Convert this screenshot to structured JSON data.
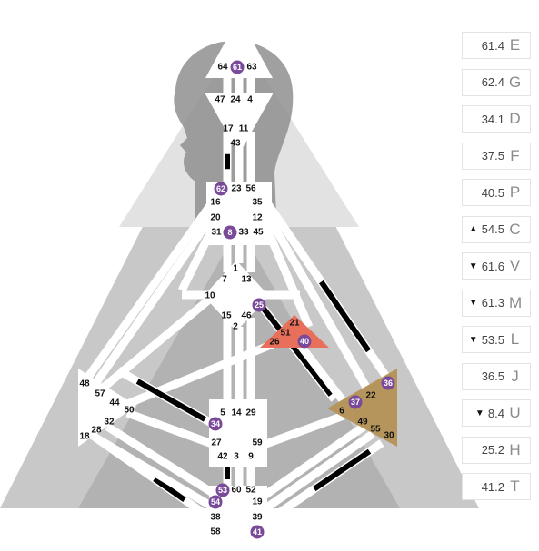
{
  "colors": {
    "defined_center": "#ffffff",
    "root_center": "#b5955c",
    "spleen_center": "#ffffff",
    "heart_center": "#e8705a",
    "activation_circle": "#7a4a9a",
    "channel_defined": "#000000",
    "channel_open": "#ffffff"
  },
  "gates": {
    "head": [
      "64",
      "61",
      "63"
    ],
    "ajna": [
      "47",
      "24",
      "4",
      "17",
      "11",
      "43"
    ],
    "throat": [
      "62",
      "23",
      "56",
      "16",
      "35",
      "20",
      "12",
      "31",
      "8",
      "33",
      "45"
    ],
    "g": [
      "1",
      "7",
      "13",
      "10",
      "25",
      "15",
      "46",
      "2"
    ],
    "heart": [
      "21",
      "51",
      "26",
      "40"
    ],
    "spleen": [
      "48",
      "57",
      "44",
      "50",
      "32",
      "28",
      "18"
    ],
    "solar_plexus": [
      "36",
      "37",
      "22",
      "6",
      "49",
      "55",
      "30"
    ],
    "sacral": [
      "5",
      "14",
      "29",
      "34",
      "27",
      "59",
      "42",
      "3",
      "9"
    ],
    "root": [
      "53",
      "60",
      "52",
      "54",
      "19",
      "38",
      "39",
      "58",
      "41"
    ]
  },
  "side_panel": [
    {
      "arrow": "",
      "value": "61.4",
      "letter": "E"
    },
    {
      "arrow": "",
      "value": "62.4",
      "letter": "G"
    },
    {
      "arrow": "",
      "value": "34.1",
      "letter": "D"
    },
    {
      "arrow": "",
      "value": "37.5",
      "letter": "F"
    },
    {
      "arrow": "",
      "value": "40.5",
      "letter": "P"
    },
    {
      "arrow": "▲",
      "value": "54.5",
      "letter": "C"
    },
    {
      "arrow": "▼",
      "value": "61.6",
      "letter": "V"
    },
    {
      "arrow": "▼",
      "value": "61.3",
      "letter": "M"
    },
    {
      "arrow": "▼",
      "value": "53.5",
      "letter": "L"
    },
    {
      "arrow": "",
      "value": "36.5",
      "letter": "J"
    },
    {
      "arrow": "▼",
      "value": "8.4",
      "letter": "U"
    },
    {
      "arrow": "",
      "value": "25.2",
      "letter": "H"
    },
    {
      "arrow": "",
      "value": "41.2",
      "letter": "T"
    }
  ]
}
